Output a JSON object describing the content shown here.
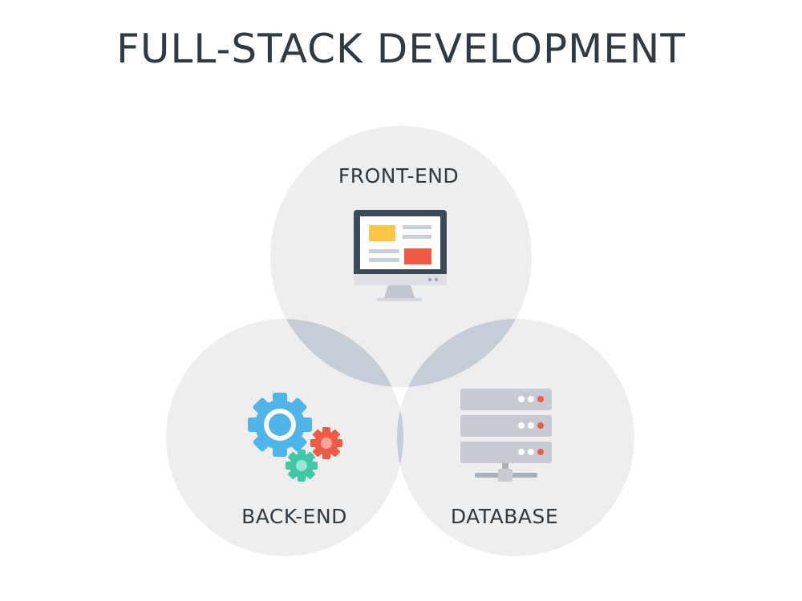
{
  "title": "FULL-STACK DEVELOPMENT",
  "circles": {
    "front_end": {
      "label": "FRONT-END",
      "icon": "monitor-icon"
    },
    "back_end": {
      "label": "BACK-END",
      "icon": "gears-icon"
    },
    "database": {
      "label": "DATABASE",
      "icon": "server-icon"
    }
  },
  "colors": {
    "title_text": "#2f3a43",
    "circle_fill": "#eeeeee",
    "pair_overlap": "#c5cdd6",
    "center_overlap": "#2f3a45",
    "screen_yellow": "#ffc844",
    "screen_red": "#f05a46",
    "gear_blue": "#4fb4e8",
    "gear_red": "#ef5a45",
    "gear_green": "#3ec8a6",
    "server_gray": "#c7ccd2"
  }
}
